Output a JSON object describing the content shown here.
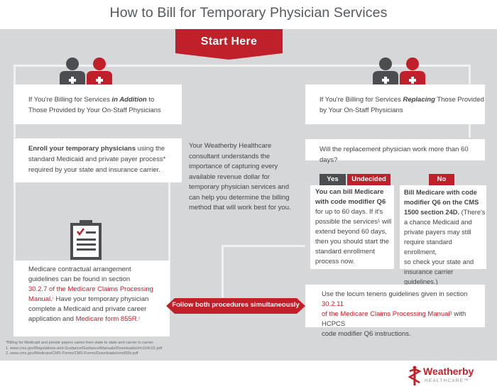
{
  "title": "How to Bill for Temporary Physician Services",
  "start_label": "Start Here",
  "left_header": {
    "line1_pre": "If You're Billing for Services ",
    "line1_em": "in Addition",
    "line1_post": " to",
    "line2": "Those Provided by Your On-Staff Physicians"
  },
  "right_header": {
    "line1_pre": "If You're Billing for Services ",
    "line1_em": "Replacing",
    "line1_post": " Those Provided",
    "line2": "by Your On-Staff Physicians"
  },
  "enroll": {
    "bold": "Enroll your temporary physicians",
    "rest1": " using the",
    "line2": "standard Medicaid and private payer process*",
    "line3": "required by your state and insurance carrier."
  },
  "consultant_text": "Your Weatherby Healthcare consultant understands the importance of capturing every available revenue dollar for temporary physician services and can help you determine the billing method that will work best for you.",
  "question": "Will the replacement physician work more than 60 days?",
  "tags": {
    "yes": "Yes",
    "undecided": "Undecided",
    "no": "No"
  },
  "yes_box": {
    "bold1": "You can bill Medicare",
    "bold2": "with code modifier Q6",
    "l3": "for up to 60 days. If it's",
    "l4": "possible the services¹ will",
    "l5": "extend beyond 60 days,",
    "l6": "then you should start the",
    "l7": "standard enrollment",
    "l8": "process now."
  },
  "no_box": {
    "bold1": "Bill Medicare with code",
    "bold2": "modifier Q6 on the CMS",
    "bold3": "1500 section 24D.",
    "l3_rest": " (There's",
    "l4": "a chance Medicaid and",
    "l5": "private payers may still",
    "l6": "require standard enrollment,",
    "l7": "so check your state and",
    "l8": "insurance carrier guidelines.)"
  },
  "medicare_box": {
    "l1": "Medicare contractual arrangement",
    "l2": "guidelines can be found in section",
    "link1a": "30.2.7 of the Medicare Claims Processing",
    "link1b": "Manual.",
    "sup1": "¹",
    "l4": " Have your temporary physician",
    "l5": "complete a Medicaid and private career",
    "l6": "application and ",
    "link2": "Medicare form 855R.",
    "sup2": "²"
  },
  "follow_label": "Follow both procedures simultaneously",
  "locum_box": {
    "l1_pre": "Use the locum tenens guidelines given in section ",
    "link_a": "30.2.11",
    "link_b": "of the Medicare Claims Processing Manual",
    "l2_post": "¹ with HCPCS",
    "l3": "code modifier Q6 instructions."
  },
  "footnotes": [
    "*Billing for Medicaid and private payers varies from state to state and carrier to carrier.",
    "1. www.cms.gov/Regulations-and-Guidance/Guidance/Manuals/Downloads/clm104c01.pdf",
    "2. www.cms.gov/Medicare/CMS-Forms/CMS-Forms/Downloads/cms855r.pdf"
  ],
  "logo": {
    "word": "Weatherby",
    "sub": "HEALTHCARE™"
  },
  "colors": {
    "accent_red": "#c0202a",
    "panel_gray": "#d6d7d9",
    "dark_gray": "#4b4d50"
  },
  "icons": [
    "people-icon",
    "people-icon",
    "clipboard-checklist-icon",
    "caduceus-logo-icon"
  ]
}
